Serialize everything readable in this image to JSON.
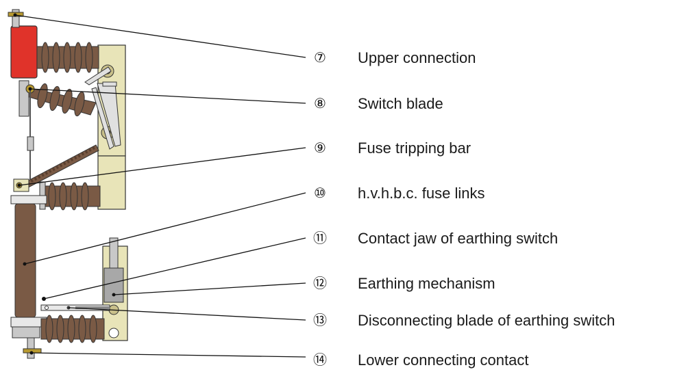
{
  "callouts": [
    {
      "num": "⑦",
      "label": "Upper connection"
    },
    {
      "num": "⑧",
      "label": "Switch blade"
    },
    {
      "num": "⑨",
      "label": "Fuse tripping bar"
    },
    {
      "num": "⑩",
      "label": "h.v.h.b.c. fuse links"
    },
    {
      "num": "⑪",
      "label": "Contact jaw of earthing switch"
    },
    {
      "num": "⑫",
      "label": "Earthing mechanism"
    },
    {
      "num": "⑬",
      "label": "Disconnecting blade of earthing switch"
    },
    {
      "num": "⑭",
      "label": "Lower connecting contact"
    }
  ],
  "colors": {
    "frame": "#e8e4b8",
    "insulator": "#7a5a45",
    "fuse_tube": "#7a5a45",
    "top_cover": "#e0332a",
    "metal": "#c8c8c8",
    "leader": "#111111"
  }
}
